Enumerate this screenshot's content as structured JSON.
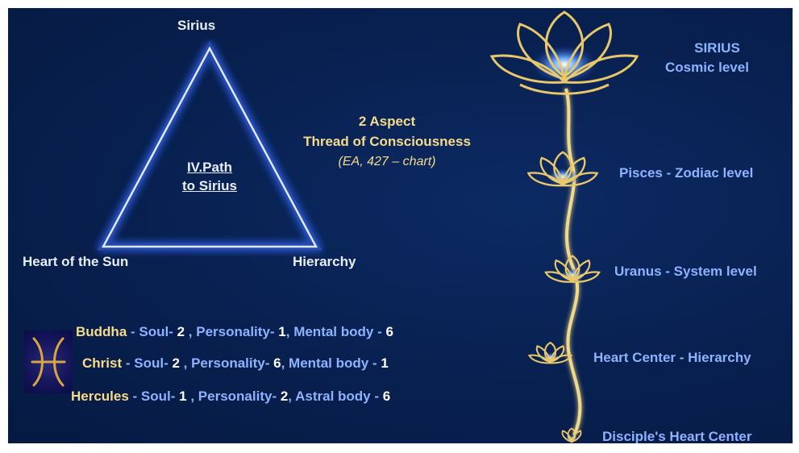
{
  "triangle": {
    "top": "Sirius",
    "left": "Heart of the Sun",
    "right": "Hierarchy",
    "center_line1": "IV.Path",
    "center_line2": "to Sirius"
  },
  "thread": {
    "line1": "2 Aspect",
    "line2": "Thread of Consciousness",
    "line3": "(EA, 427 – chart)"
  },
  "lotus_levels": [
    {
      "line1": "SIRIUS",
      "line2": "Cosmic level"
    },
    {
      "line1": "Pisces - Zodiac level"
    },
    {
      "line1": "Uranus - System level"
    },
    {
      "line1": "Heart Center - Hierarchy"
    },
    {
      "line1": "Disciple's Heart Center"
    }
  ],
  "rays": [
    {
      "name": "Buddha",
      "soul_lbl": " - Soul- ",
      "soul": "2",
      "pers_lbl": " , Personality- ",
      "pers": "1",
      "body_lbl": ", Mental body - ",
      "body": "6"
    },
    {
      "name": "Christ",
      "soul_lbl": " - Soul- ",
      "soul": "2",
      "pers_lbl": " , Personality- ",
      "pers": "6",
      "body_lbl": ", Mental body - ",
      "body": "1"
    },
    {
      "name": "Hercules",
      "soul_lbl": " - Soul- ",
      "soul": "1",
      "pers_lbl": " , Personality- ",
      "pers": "2",
      "body_lbl": ", Astral body - ",
      "body": "6"
    }
  ],
  "icons": {
    "pisces": "pisces-icon",
    "lotus": "lotus-icon"
  },
  "colors": {
    "background": "#08204f",
    "gold": "#f5dc8a",
    "blue_text": "#8fb2ff",
    "triangle_glow": "#3b6cff"
  }
}
